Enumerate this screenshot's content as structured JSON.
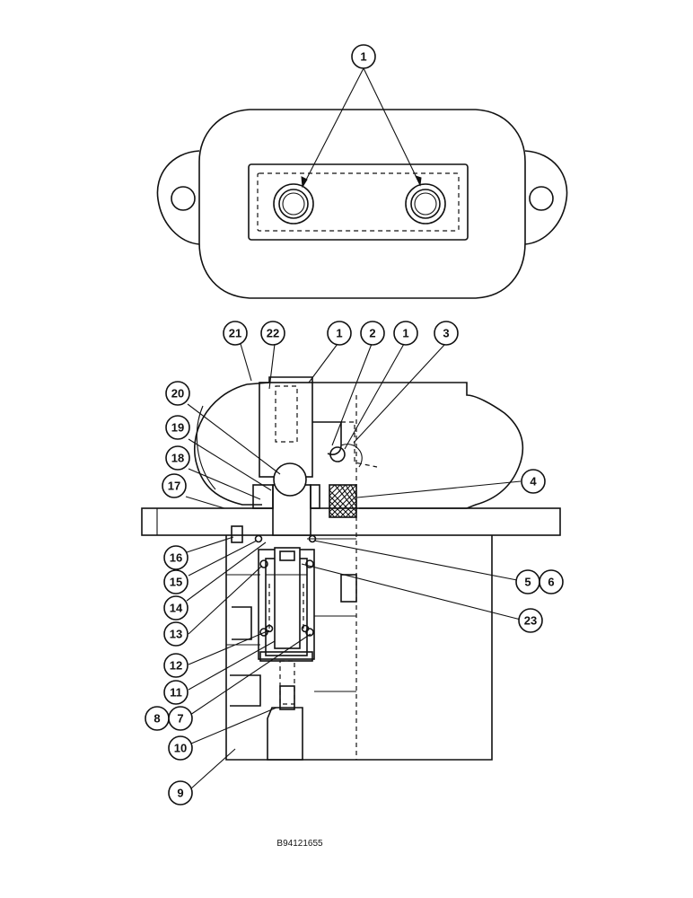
{
  "callouts": {
    "c1_top": "1",
    "c21": "21",
    "c22": "22",
    "c1_a": "1",
    "c2": "2",
    "c1_b": "1",
    "c3": "3",
    "c20": "20",
    "c19": "19",
    "c18": "18",
    "c17": "17",
    "c4": "4",
    "c16": "16",
    "c15": "15",
    "c5": "5",
    "c6": "6",
    "c14": "14",
    "c23": "23",
    "c13": "13",
    "c12": "12",
    "c11": "11",
    "c8": "8",
    "c7": "7",
    "c10": "10",
    "c9": "9"
  },
  "drawing_code": "B94121655"
}
